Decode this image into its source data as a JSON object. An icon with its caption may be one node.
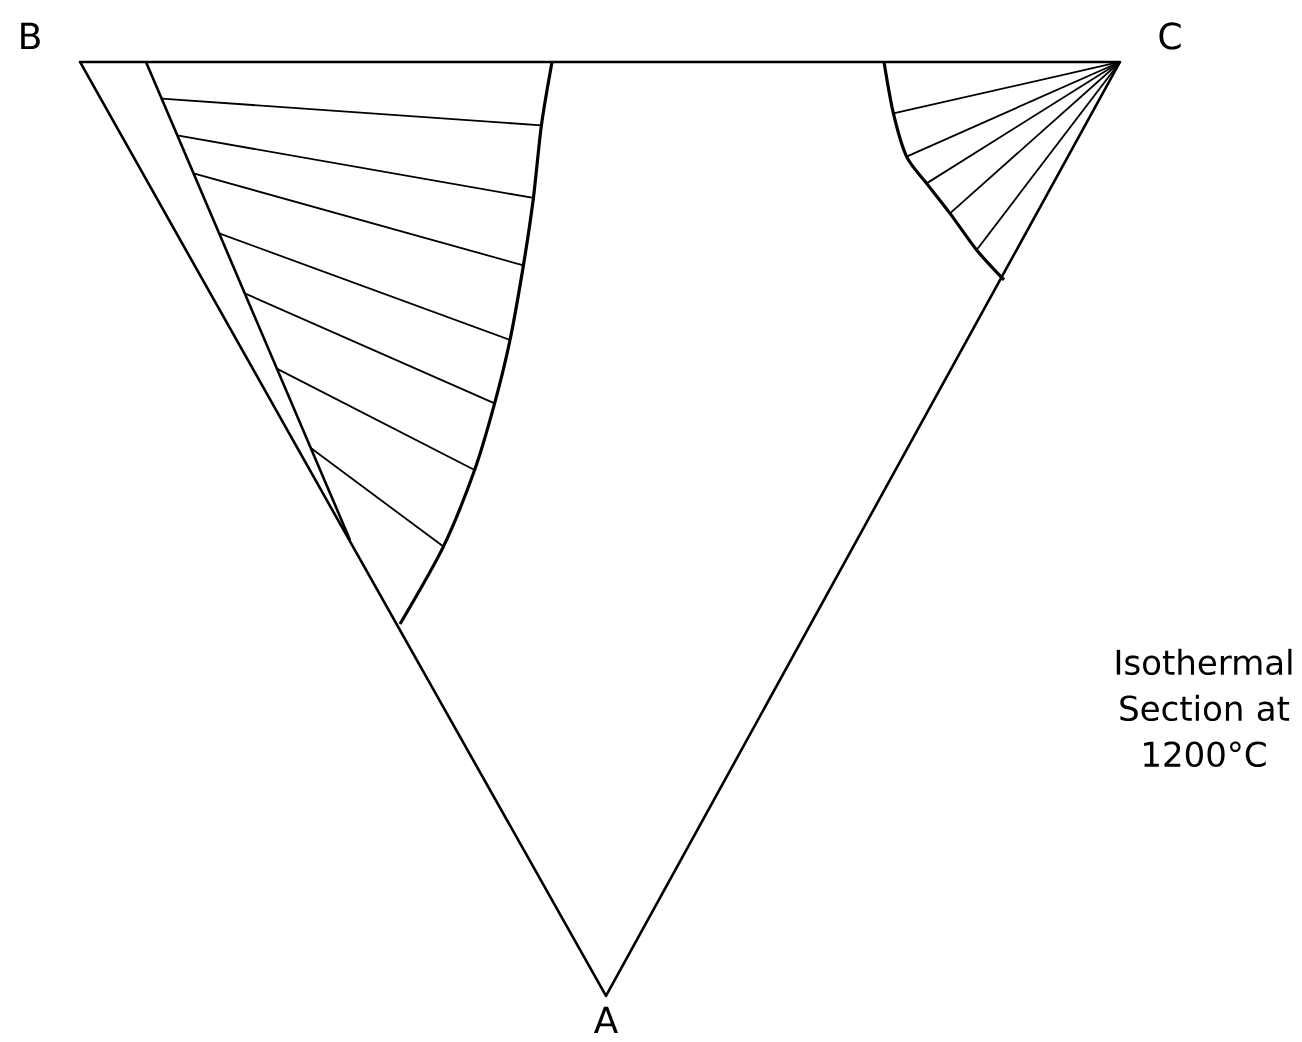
{
  "diagram": {
    "labels": [
      "B",
      "C",
      "A",
      "Isothermal Section at 1200°C"
    ]
  }
}
